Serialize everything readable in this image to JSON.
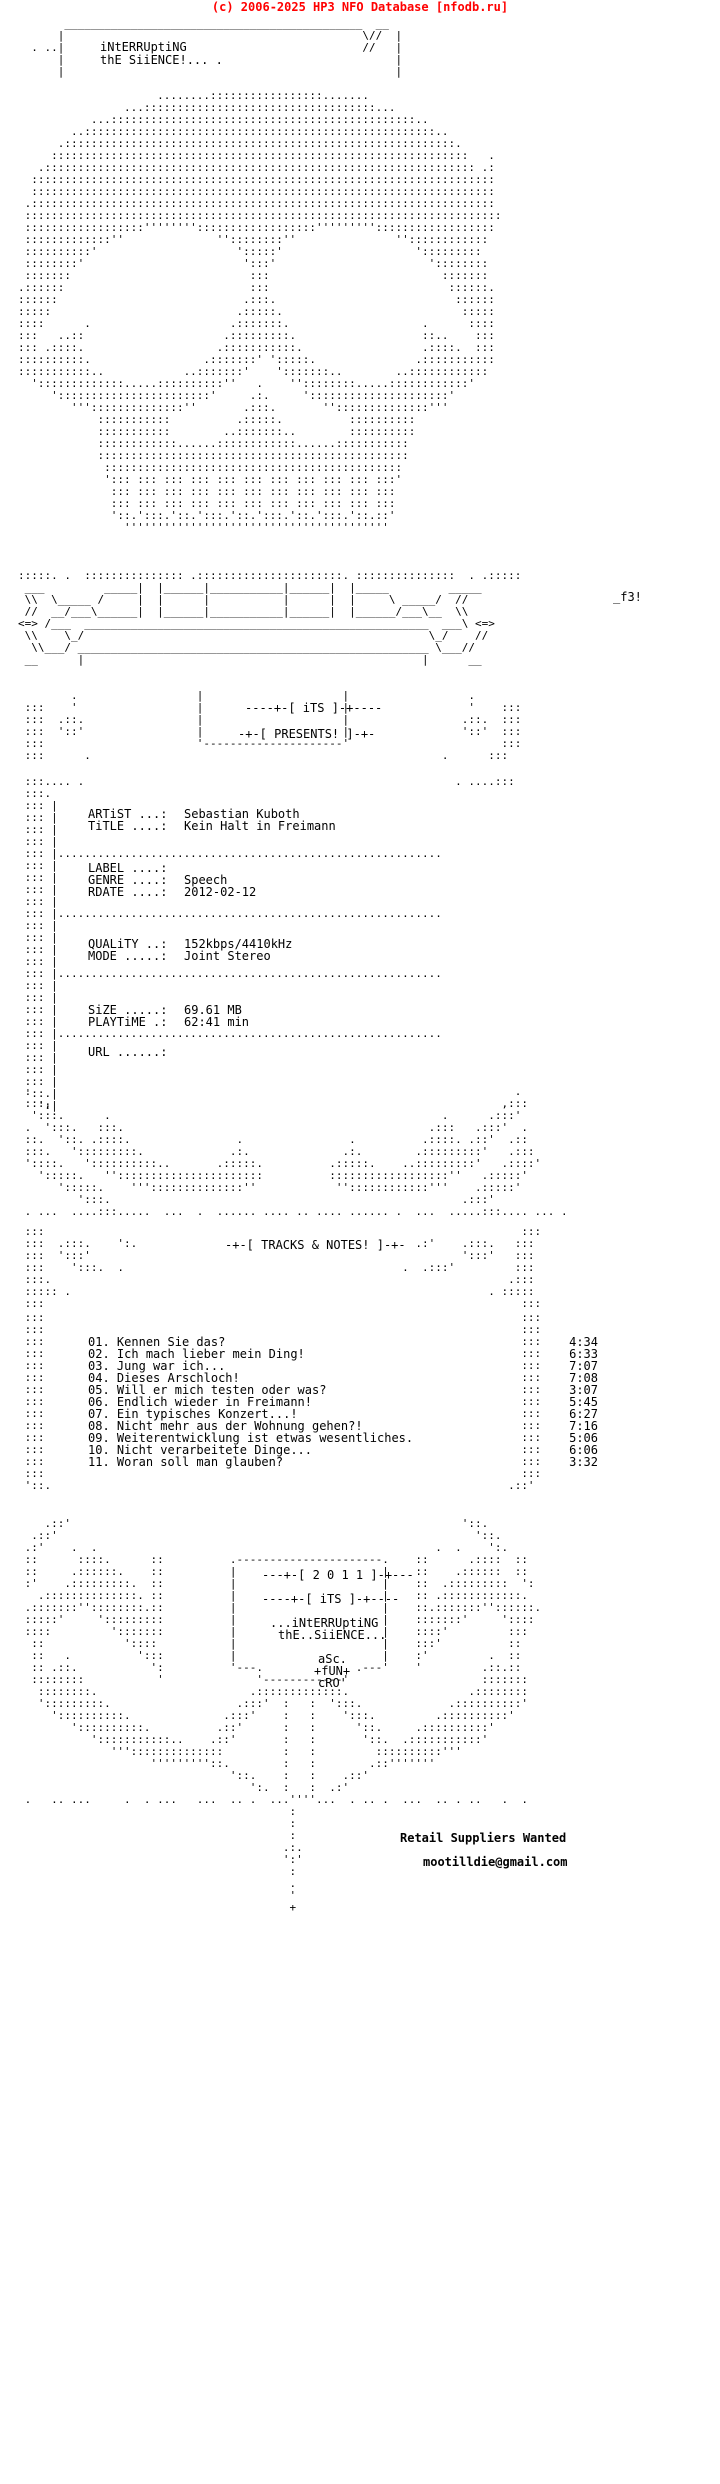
{
  "banner": "(c) 2006-2025 HP3 NFO Database [nfodb.ru]",
  "group": {
    "line1": "iNtERRUptiNG",
    "line2": "thE SiiENCE!... ."
  },
  "presents": "-+-[ PRESENTS! ]-+-",
  "its_header": "----+-[ iTS ]-+----",
  "release": {
    "artist": {
      "label": "ARTiST ...:",
      "value": "Sebastian Kuboth"
    },
    "title": {
      "label": "TiTLE ....:",
      "value": "Kein Halt in Freimann"
    },
    "label": {
      "label": "LABEL ....:",
      "value": ""
    },
    "genre": {
      "label": "GENRE ....:",
      "value": "Speech"
    },
    "rdate": {
      "label": "RDATE ....:",
      "value": "2012-02-12"
    },
    "quality": {
      "label": "QUALiTY ..:",
      "value": "152kbps/4410kHz"
    },
    "mode": {
      "label": "MODE .....:",
      "value": "Joint Stereo"
    },
    "size": {
      "label": "SiZE .....:",
      "value": "69.61 MB"
    },
    "playtime": {
      "label": "PLAYTiME .:",
      "value": "62:41 min"
    },
    "url": {
      "label": "URL ......:",
      "value": ""
    }
  },
  "tracks_header": "-+-[ TRACKS & NOTES! ]-+-",
  "tracks": [
    {
      "n": "01.",
      "title": "Kennen Sie das?",
      "dur": "4:34"
    },
    {
      "n": "02.",
      "title": "Ich mach lieber mein Ding!",
      "dur": "6:33"
    },
    {
      "n": "03.",
      "title": "Jung war ich...",
      "dur": "7:07"
    },
    {
      "n": "04.",
      "title": "Dieses Arschloch!",
      "dur": "7:08"
    },
    {
      "n": "05.",
      "title": "Will er mich testen oder was?",
      "dur": "3:07"
    },
    {
      "n": "06.",
      "title": "Endlich wieder in Freimann!",
      "dur": "5:45"
    },
    {
      "n": "07.",
      "title": "Ein typisches Konzert...!",
      "dur": "6:27"
    },
    {
      "n": "08.",
      "title": "Nicht mehr aus der Wohnung gehen?!",
      "dur": "7:16"
    },
    {
      "n": "09.",
      "title": "Weiterentwicklung ist etwas wesentliches.",
      "dur": "5:06"
    },
    {
      "n": "10.",
      "title": "Nicht verarbeitete Dinge...",
      "dur": "6:06"
    },
    {
      "n": "11.",
      "title": "Woran soll man glauben?",
      "dur": "3:32"
    }
  ],
  "footer": {
    "year": "---+-[ 2 0 1 1 ]-+---",
    "its": "----+-[ iTS ]-+----",
    "group1": "...iNtERRUptiNG",
    "group2": "thE..SiiENCE...",
    "credits1": "aSc.",
    "credits2": "+fUN+",
    "credits3": "cRO'",
    "retail": "Retail Suppliers Wanted",
    "email": "mootilldie@gmail.com"
  },
  "tags": {
    "f3": "_f3!"
  }
}
